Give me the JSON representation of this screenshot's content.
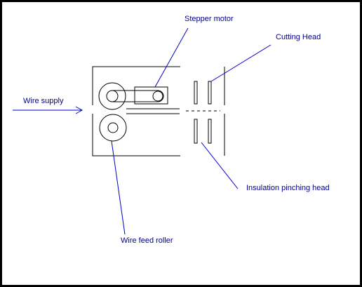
{
  "colors": {
    "background": "#ffffff",
    "border": "#000000",
    "machine_outline": "#000000",
    "label_text": "#00008b",
    "leader_line": "#0000cd"
  },
  "labels": {
    "stepper_motor": "Stepper motor",
    "cutting_head": "Cutting Head",
    "wire_supply": "Wire supply",
    "insulation_pinching_head": "Insulation pinching head",
    "wire_feed_roller": "Wire feed roller"
  }
}
